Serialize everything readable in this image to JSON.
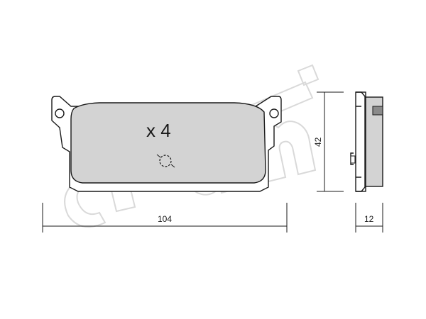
{
  "drawing": {
    "quantity_label": "x 4",
    "dimensions": {
      "width": "104",
      "height": "42",
      "thickness": "12"
    },
    "watermark": "cifam"
  },
  "colors": {
    "line": "#1a1a1a",
    "friction_material": "#d3d3d3",
    "watermark": "#d9d9d9",
    "background": "#ffffff"
  }
}
